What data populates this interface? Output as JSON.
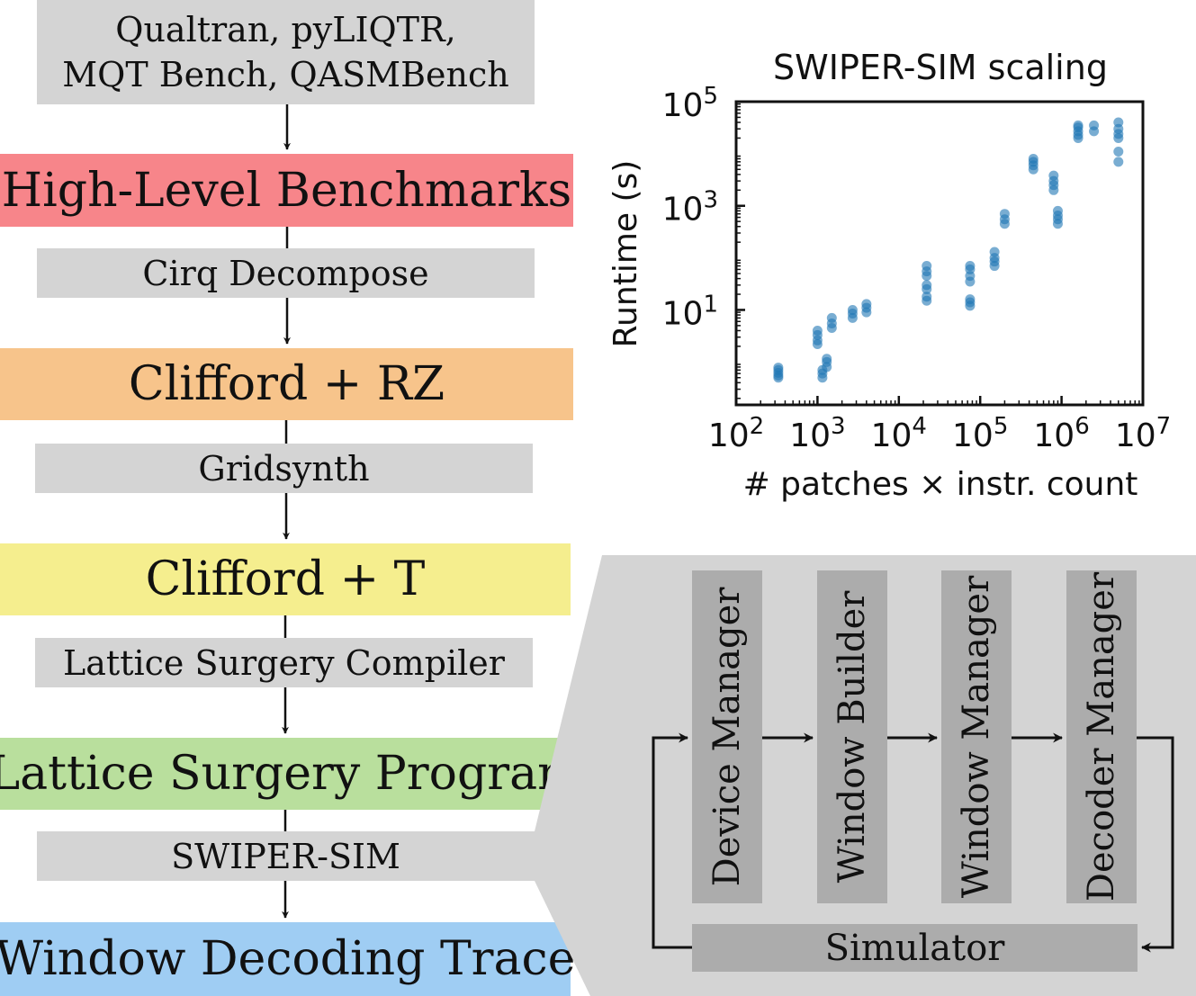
{
  "pipeline": {
    "sources": [
      "Qualtran, pyLIQTR,",
      "MQT Bench, QASMBench"
    ],
    "stages": [
      {
        "label": "High-Level Benchmarks",
        "color": "#f7858a"
      },
      {
        "label": "Clifford + RZ",
        "color": "#f7c48b"
      },
      {
        "label": "Clifford + T",
        "color": "#f5ee8e"
      },
      {
        "label": "Lattice Surgery Program",
        "color": "#b9df9d"
      },
      {
        "label": "Window Decoding Trace",
        "color": "#9fcdf3"
      }
    ],
    "steps": [
      "Cirq Decompose",
      "Gridsynth",
      "Lattice Surgery Compiler",
      "SWIPER-SIM"
    ]
  },
  "sim": {
    "components": [
      "Device Manager",
      "Window Builder",
      "Window Manager",
      "Decoder Manager"
    ],
    "simulator": "Simulator"
  },
  "chart_data": {
    "type": "scatter",
    "title": "SWIPER-SIM scaling",
    "xlabel": "# patches × instr. count",
    "ylabel": "Runtime (s)",
    "xscale": "log",
    "yscale": "log",
    "xlim": [
      100,
      10000000
    ],
    "ylim": [
      0.15,
      100000
    ],
    "xticks": [
      {
        "value": 100,
        "base": "10",
        "exp": "2"
      },
      {
        "value": 1000,
        "base": "10",
        "exp": "3"
      },
      {
        "value": 10000,
        "base": "10",
        "exp": "4"
      },
      {
        "value": 100000,
        "base": "10",
        "exp": "5"
      },
      {
        "value": 1000000,
        "base": "10",
        "exp": "6"
      },
      {
        "value": 10000000,
        "base": "10",
        "exp": "7"
      }
    ],
    "yticks": [
      {
        "value": 10,
        "base": "10",
        "exp": "1"
      },
      {
        "value": 1000,
        "base": "10",
        "exp": "3"
      },
      {
        "value": 100000,
        "base": "10",
        "exp": "5"
      }
    ],
    "color": "#1f77b4",
    "points": [
      [
        330,
        0.5
      ],
      [
        330,
        0.55
      ],
      [
        330,
        0.62
      ],
      [
        330,
        0.7
      ],
      [
        330,
        0.78
      ],
      [
        1000,
        2.2
      ],
      [
        1000,
        2.6
      ],
      [
        1000,
        3.3
      ],
      [
        1000,
        4.0
      ],
      [
        1150,
        0.5
      ],
      [
        1150,
        0.6
      ],
      [
        1150,
        0.7
      ],
      [
        1300,
        0.8
      ],
      [
        1300,
        1.0
      ],
      [
        1300,
        1.15
      ],
      [
        1500,
        4.5
      ],
      [
        1500,
        5.5
      ],
      [
        1500,
        7.0
      ],
      [
        2700,
        7.0
      ],
      [
        2700,
        8.5
      ],
      [
        2700,
        10.0
      ],
      [
        4000,
        9.0
      ],
      [
        4000,
        11.0
      ],
      [
        4000,
        13.0
      ],
      [
        22000,
        15
      ],
      [
        22000,
        18
      ],
      [
        22000,
        25
      ],
      [
        22000,
        30
      ],
      [
        22000,
        45
      ],
      [
        22000,
        55
      ],
      [
        22000,
        70
      ],
      [
        75000,
        12
      ],
      [
        75000,
        14
      ],
      [
        75000,
        16
      ],
      [
        75000,
        35
      ],
      [
        75000,
        45
      ],
      [
        75000,
        60
      ],
      [
        75000,
        70
      ],
      [
        150000,
        70
      ],
      [
        150000,
        85
      ],
      [
        150000,
        100
      ],
      [
        150000,
        130
      ],
      [
        200000,
        450
      ],
      [
        200000,
        550
      ],
      [
        200000,
        700
      ],
      [
        450000,
        5000
      ],
      [
        450000,
        6000
      ],
      [
        450000,
        7000
      ],
      [
        450000,
        8000
      ],
      [
        800000,
        2000
      ],
      [
        800000,
        2500
      ],
      [
        800000,
        3000
      ],
      [
        800000,
        3800
      ],
      [
        900000,
        450
      ],
      [
        900000,
        550
      ],
      [
        900000,
        650
      ],
      [
        900000,
        800
      ],
      [
        1600000,
        20000
      ],
      [
        1600000,
        23000
      ],
      [
        1600000,
        27000
      ],
      [
        1600000,
        32000
      ],
      [
        1600000,
        35000
      ],
      [
        2500000,
        27000
      ],
      [
        2500000,
        35000
      ],
      [
        5000000,
        7000
      ],
      [
        5000000,
        11000
      ],
      [
        5000000,
        20000
      ],
      [
        5000000,
        24000
      ],
      [
        5000000,
        30000
      ],
      [
        5000000,
        40000
      ]
    ]
  }
}
